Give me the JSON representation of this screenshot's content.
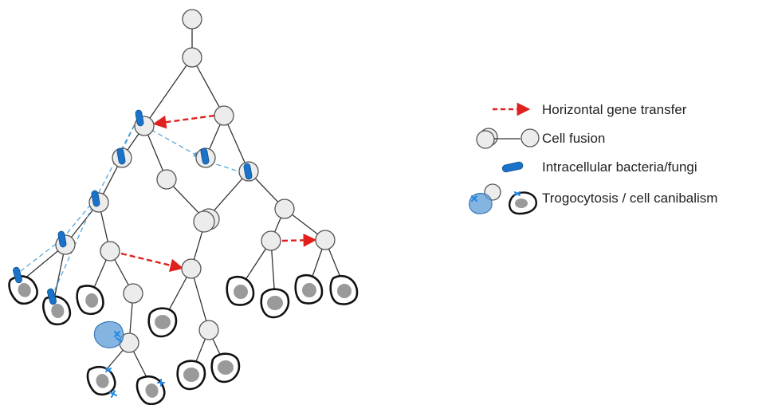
{
  "colors": {
    "node_fill": "#ececec",
    "node_stroke": "#555555",
    "edge": "#333333",
    "hgt_arrow": "#e0201c",
    "bacteria": "#1a73c9",
    "bacteria_link": "#4aa0d8",
    "trogocytosis": "#5b9bd5",
    "nucleus": "#9a9a9a",
    "cell_outline": "#111111"
  },
  "icons": {
    "hgt": "red-dashed-arrow-icon",
    "cell_fusion": "cell-fusion-icon",
    "bacteria": "bacteria-icon",
    "trogocytosis": "trogocytosis-icon"
  },
  "legend": {
    "hgt_label": "Horizontal gene transfer",
    "cell_fusion_label": "Cell fusion",
    "bacteria_label": "Intracellular bacteria/fungi",
    "trogocytosis_label": "Trogocytosis / cell canibalism"
  }
}
